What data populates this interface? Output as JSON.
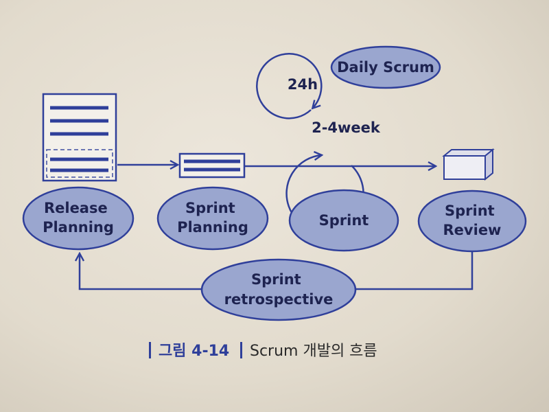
{
  "stages": {
    "release_planning": [
      "Release",
      "Planning"
    ],
    "sprint_planning": [
      "Sprint",
      "Planning"
    ],
    "sprint": "Sprint",
    "sprint_review": [
      "Sprint",
      "Review"
    ],
    "sprint_retrospective": [
      "Sprint",
      "retrospective"
    ]
  },
  "cycles": {
    "daily_scrum": "Daily Scrum",
    "daily_period": "24h",
    "sprint_period": "2-4week"
  },
  "caption": {
    "figure_label": "그림 4-14",
    "title": "Scrum 개발의 흐름"
  },
  "colors": {
    "line": "#2f3f9a",
    "ellipse_fill": "#9aa6cf",
    "ellipse_stroke": "#2f3f9a",
    "text": "#1e2350",
    "caption_text": "#2a2a2a"
  }
}
